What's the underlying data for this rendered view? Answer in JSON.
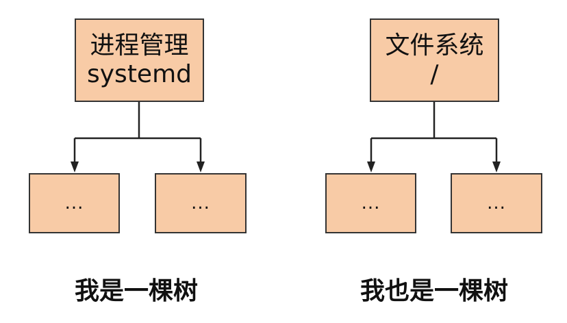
{
  "colors": {
    "node_fill": "#f8cba6",
    "node_border": "#333333",
    "text": "#111111"
  },
  "trees": [
    {
      "root": {
        "title": "进程管理",
        "subtitle": "systemd"
      },
      "children": [
        {
          "label": "..."
        },
        {
          "label": "..."
        }
      ],
      "caption": "我是一棵树"
    },
    {
      "root": {
        "title": "文件系统",
        "subtitle": "/"
      },
      "children": [
        {
          "label": "..."
        },
        {
          "label": "..."
        }
      ],
      "caption": "我也是一棵树"
    }
  ]
}
